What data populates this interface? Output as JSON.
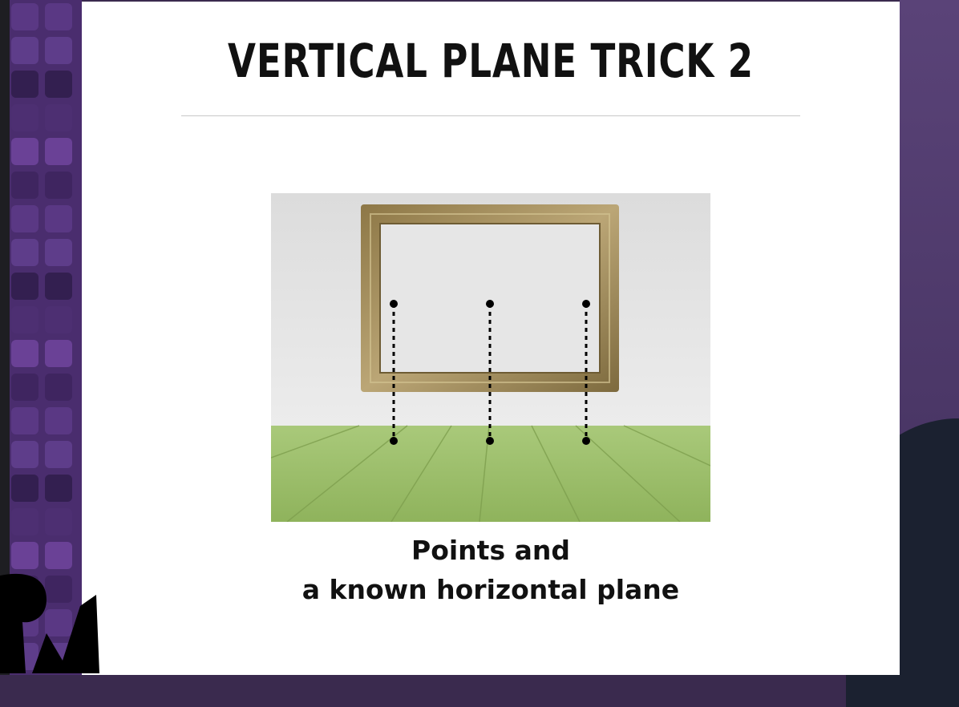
{
  "slide": {
    "title": "VERTICAL PLANE TRICK 2",
    "caption_line1": "Points and",
    "caption_line2": "a known horizontal plane"
  },
  "illustration": {
    "subject": "ornate picture frame on wall above wooden floor",
    "point_pairs": 3
  },
  "colors": {
    "sidebar_purple": "#4a2d6e",
    "floor_green": "#9fbf6a",
    "wall_gray": "#e3e3e3",
    "frame_gold": "#a08a58"
  },
  "icons": [
    "presenter-logo-icon"
  ]
}
